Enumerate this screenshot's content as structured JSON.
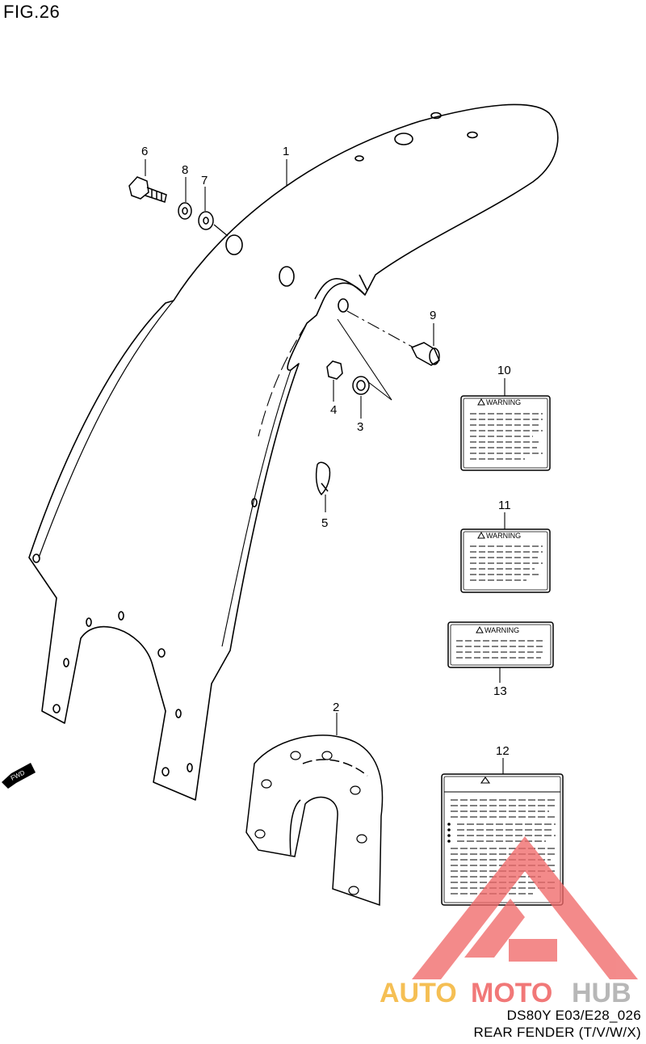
{
  "figure": {
    "label": "FIG.26"
  },
  "callouts": [
    {
      "id": "c1",
      "label": "1"
    },
    {
      "id": "c2",
      "label": "2"
    },
    {
      "id": "c3",
      "label": "3"
    },
    {
      "id": "c4",
      "label": "4"
    },
    {
      "id": "c5",
      "label": "5"
    },
    {
      "id": "c6",
      "label": "6"
    },
    {
      "id": "c7",
      "label": "7"
    },
    {
      "id": "c8",
      "label": "8"
    },
    {
      "id": "c9",
      "label": "9"
    },
    {
      "id": "c10",
      "label": "10"
    },
    {
      "id": "c11",
      "label": "11"
    },
    {
      "id": "c12",
      "label": "12"
    },
    {
      "id": "c13",
      "label": "13"
    }
  ],
  "labels": {
    "warning": "WARNING",
    "fwd": "FWD"
  },
  "watermark": {
    "brand_part1": "AUTO",
    "brand_part2": "MOTO",
    "brand_part3": "HUB",
    "color_orange": "#f5b942",
    "color_red": "#f06a6a",
    "color_gray": "#b0b0b0"
  },
  "footer": {
    "code": "DS80Y E03/E28_026",
    "title": "REAR FENDER (T/V/W/X)"
  }
}
